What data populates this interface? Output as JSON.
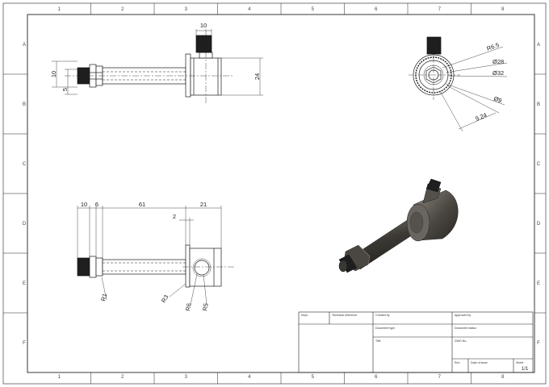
{
  "zones": {
    "columns": [
      "1",
      "2",
      "3",
      "4",
      "5",
      "6",
      "7",
      "8"
    ],
    "rows": [
      "A",
      "B",
      "C",
      "D",
      "E",
      "F"
    ]
  },
  "dims": {
    "top_10": "10",
    "top_24": "24",
    "top_left_10": "10",
    "top_left_5": "5",
    "right_r65": "R6.5",
    "right_d28": "Ø28",
    "right_d32": "Ø32",
    "right_d9": "Ø9",
    "right_924": "9.24",
    "bot_10": "10",
    "bot_6": "6",
    "bot_61": "61",
    "bot_21": "21",
    "bot_2": "2",
    "bot_r1": "R1",
    "bot_r3": "R3",
    "bot_r6": "R6",
    "bot_r5": "R5"
  },
  "title_block": {
    "dept": "Dept.",
    "tech_ref": "Technical reference",
    "created_by": "Created by",
    "approved_by": "Approved by",
    "doc_type": "Document type",
    "doc_status": "Document status",
    "title": "Title",
    "dwg_no": "DWG No.",
    "rev": "Rev.",
    "date_of_issue": "Date of issue",
    "sheet": "Sheet",
    "sheet_value": "1/1"
  },
  "colors": {
    "line": "#1a1a1a",
    "knurl": "#111111",
    "iso_dark": "#2c2a26",
    "iso_mid": "#5a5650",
    "iso_light": "#8a867f"
  }
}
